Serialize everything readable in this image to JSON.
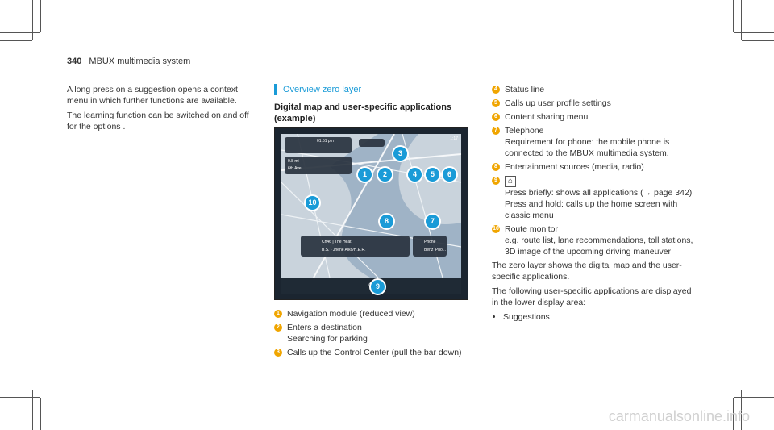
{
  "header": {
    "page_number": "340",
    "title": "MBUX multimedia system"
  },
  "left_column": {
    "paragraphs": [
      "A long press on a suggestion opens a context menu in which further functions are available.",
      "The learning function can be switched on and off for the options ."
    ]
  },
  "middle_column": {
    "section_title": "Overview zero layer",
    "subheading": "Digital map and user-specific applications (example)",
    "legend": [
      {
        "n": "1",
        "text": "Navigation module (reduced view)"
      },
      {
        "n": "2",
        "text": "Enters a destination",
        "sub": "Searching for parking"
      },
      {
        "n": "3",
        "text": "Calls up the Control Center (pull the bar down)"
      }
    ]
  },
  "right_column": {
    "legend": [
      {
        "n": "4",
        "text": "Status line"
      },
      {
        "n": "5",
        "text": "Calls up user profile settings"
      },
      {
        "n": "6",
        "text": "Content sharing menu"
      },
      {
        "n": "7",
        "text": "Telephone",
        "sub": "Requirement for phone: the mobile phone is connected to the MBUX multimedia system."
      },
      {
        "n": "8",
        "text": "Entertainment sources (media, radio)"
      },
      {
        "n": "9",
        "glyph": "⌂",
        "text": "Press briefly: shows all applications (→ page 342)",
        "sub": "Press and hold: calls up the home screen with classic menu"
      },
      {
        "n": "10",
        "text": "Route monitor",
        "sub": "e.g. route list, lane recommendations, toll stations, 3D image of the upcoming driving maneuver"
      }
    ],
    "paragraphs": [
      "The zero layer shows the digital map and the user-specific applications.",
      "The following user-specific applications are displayed in the lower display area:"
    ],
    "bullets": [
      "Suggestions"
    ]
  },
  "screenshot": {
    "time": "01:51 pm",
    "clock": "1:17",
    "nav_distance": "0.8 mi",
    "nav_street": "6th Ave",
    "media_title": "Ch46 | The Heat",
    "media_artist": "B.S. - Jhene Aiko/H.E.R.",
    "phone_label": "Phone",
    "phone_device": "Benz iPho...",
    "markers": [
      "1",
      "2",
      "3",
      "4",
      "5",
      "6",
      "7",
      "8",
      "9",
      "10"
    ]
  },
  "footer": {
    "watermark": "carmanualsonline.info"
  },
  "colors": {
    "accent": "#1a9bd7",
    "legend_number": "#f0a500"
  }
}
